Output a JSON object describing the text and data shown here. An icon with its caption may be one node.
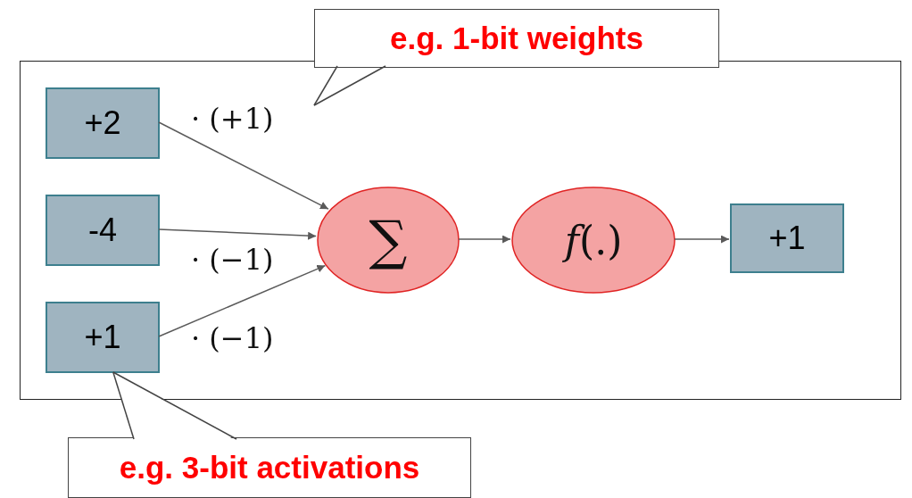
{
  "diagram": {
    "nodes": [
      {
        "text": [],
        "shape": "box"
      },
      {
        "text": [
          "+2"
        ],
        "in": 0
      },
      {
        "text": [
          "-4"
        ],
        "in": 0
      },
      {
        "text": [
          "+1"
        ],
        "in": 0
      },
      {
        "text": [
          "∑"
        ],
        "in": 0
      },
      {
        "text": [
          "*f*(.)"
        ],
        "in": 0
      },
      {
        "text": [
          "+1"
        ],
        "in": 0
      },
      {
        "text": [
          "e.g. 1-bit weights"
        ]
      },
      {
        "text": [
          "e.g. 3-bit activations"
        ]
      }
    ],
    "edges": [
      {
        "from": 1,
        "to": 4,
        "arrow": "to",
        "label": "· (+1)"
      },
      {
        "from": 2,
        "to": 4,
        "arrow": "to",
        "label": "· (−1)"
      },
      {
        "from": 3,
        "to": 4,
        "arrow": "to",
        "label": "· (−1)"
      },
      {
        "from": 4,
        "to": 5,
        "arrow": "to"
      },
      {
        "from": 5,
        "to": 6,
        "arrow": "to"
      },
      {
        "from": 7,
        "to": null,
        "arrow": "none"
      },
      {
        "from": 8,
        "to": 3,
        "arrow": "none"
      }
    ]
  }
}
